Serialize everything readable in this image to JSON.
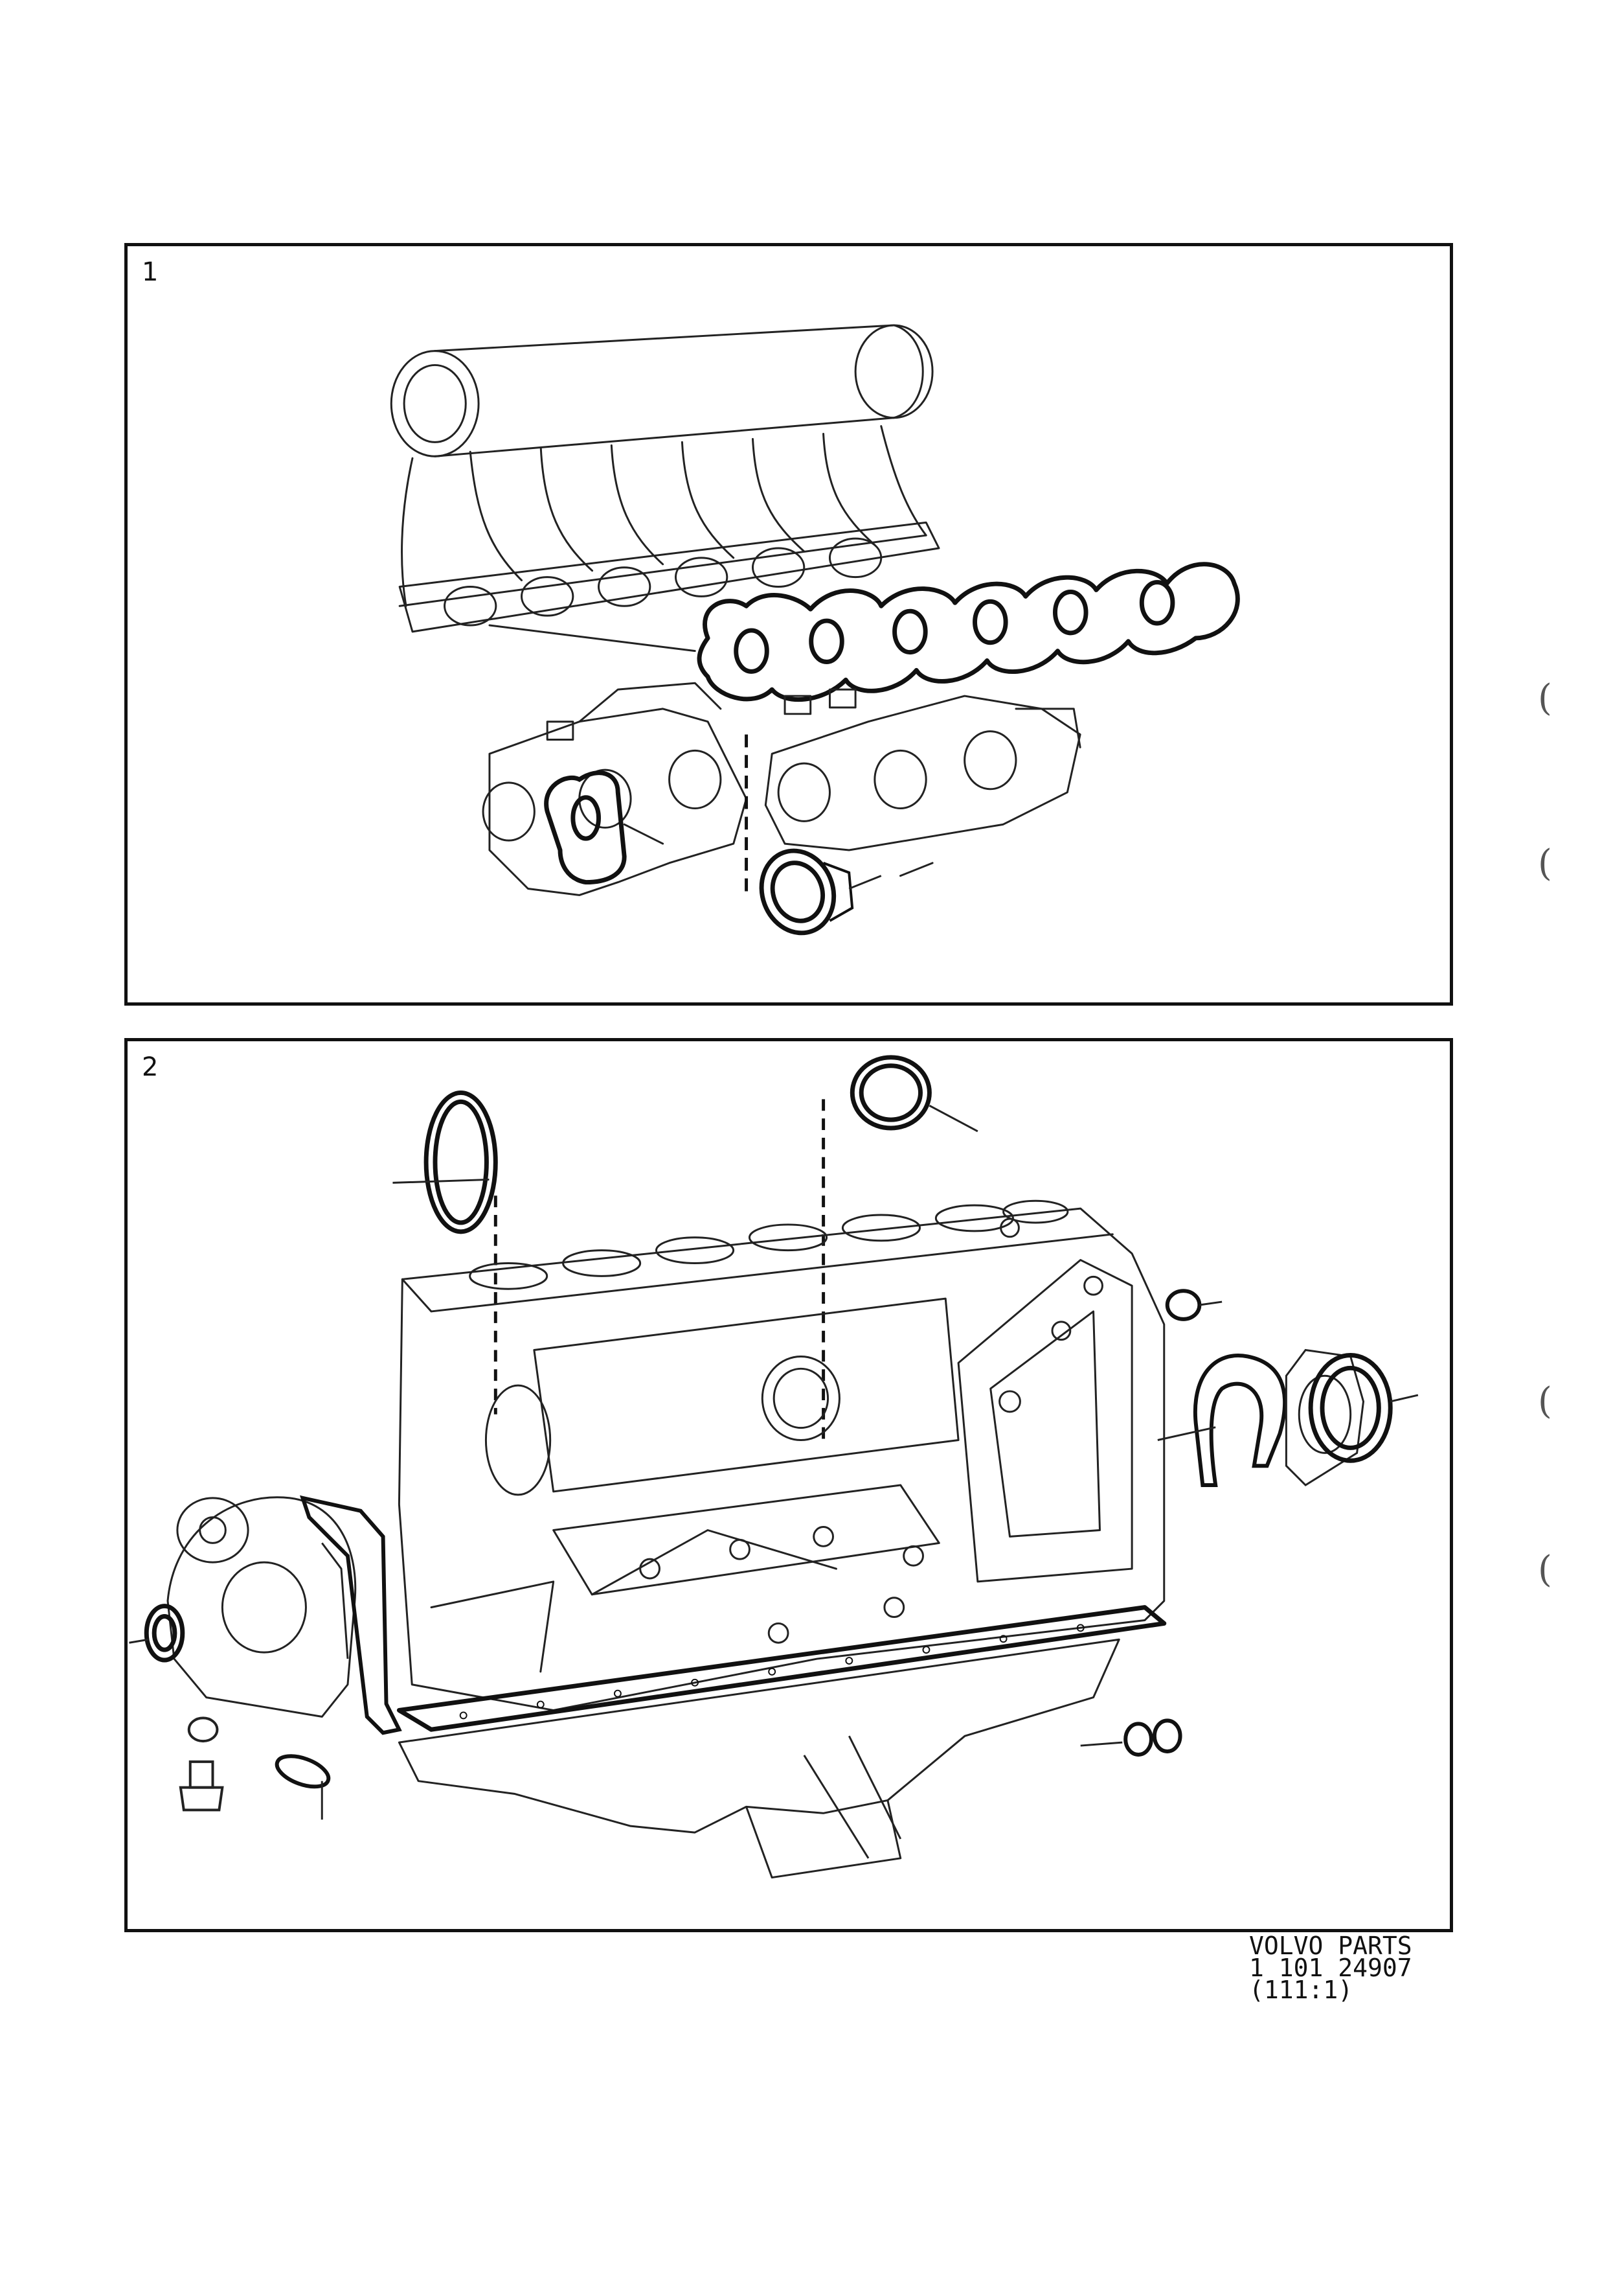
{
  "panels": [
    {
      "number": "1"
    },
    {
      "number": "2"
    }
  ],
  "caption": {
    "brand": "VOLVO PARTS",
    "part_number": "1 101 24907",
    "reference": "(111:1)"
  },
  "margin_marks": [
    "(",
    "(",
    "(",
    "("
  ]
}
